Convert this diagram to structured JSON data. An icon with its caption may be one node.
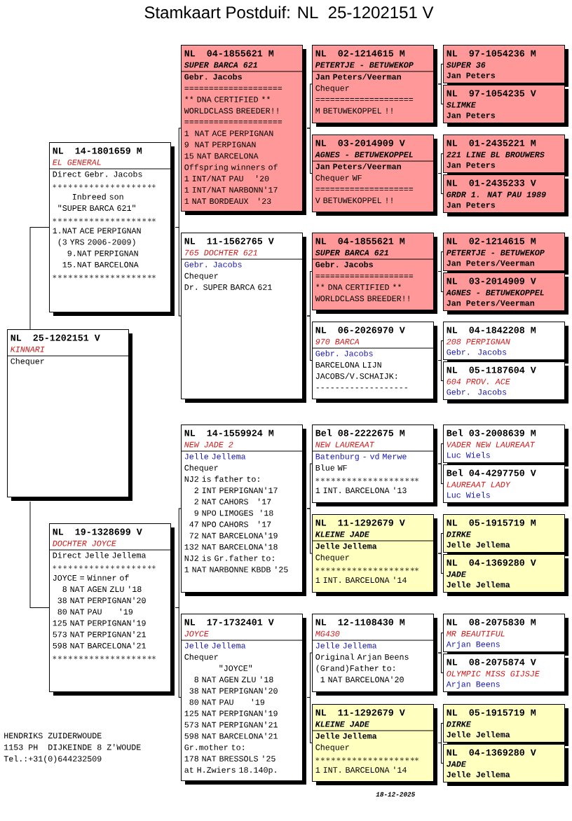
{
  "diagram": {
    "title": "Stamkaart Postduif: NL  25-1202151 V",
    "nodes": [
      {
        "text": [
          "NL  25-1202151 V",
          "KINNARI",
          "Chequer"
        ]
      },
      {
        "text": [
          "NL  14-1801659 M",
          "EL GENERAL",
          "Direct Gebr. Jacobs",
          "********************",
          "Inbreed son",
          "\"SUPER BARCA 621\"",
          "********************",
          "1.NAT ACE PERPIGNAN",
          "(3 YRS 2006-2009)",
          "9.NAT PERPIGNAN",
          "15.NAT BARCELONA",
          "********************"
        ]
      },
      {
        "text": [
          "NL  19-1328699 V",
          "DOCHTER JOYCE",
          "Direct Jelle Jellema",
          "********************",
          "JOYCE = Winner of",
          "8 NAT AGEN ZLU '18",
          "38 NAT PERPIGNAN'20",
          "80 NAT PAU      '19",
          "125 NAT PERPIGNAN'19",
          "573 NAT PERPIGNAN'21",
          "598 NAT BARCELONA'21",
          "********************"
        ]
      },
      {
        "text": [
          "NL  04-1855621 M",
          "SUPER BARCA 621",
          "Gebr. Jacobs",
          "====================",
          "** DNA CERTIFIED **",
          "WORLDCLASS BREEDER!!",
          "====================",
          "1  NAT ACE PERPIGNAN",
          "9  NAT PERPIGNAN",
          "15 NAT BARCELONA",
          "Offspring winners of",
          "1 INT/NAT PAU    '20",
          "1 INT/NAT NARBONN'17",
          "1 NAT BORDEAUX   '23"
        ]
      },
      {
        "text": [
          "NL  11-1562765 V",
          "765 DOCHTER 621",
          "Gebr. Jacobs",
          "Chequer",
          "Dr. SUPER BARCA 621"
        ]
      },
      {
        "text": [
          "NL  14-1559924 M",
          "NEW JADE 2",
          "Jelle Jellema",
          "Chequer",
          "NJ2 is father to:",
          "2 INT PERPIGNAN'17",
          "2 NAT CAHORS   '17",
          "9 NPO LIMOGES  '18",
          "47 NPO CAHORS   '17",
          "72 NAT BARCELONA'19",
          "132 NAT BARCELONA'18",
          "NJ2 is Gr.father to:",
          "1 NAT NARBONNE KBDB '25"
        ]
      },
      {
        "text": [
          "NL  17-1732401 V",
          "JOYCE",
          "Jelle Jellema",
          "Chequer",
          "\"JOYCE\"",
          "8 NAT AGEN ZLU '18",
          "38 NAT PERPIGNAN'20",
          "80 NAT PAU      '19",
          "125 NAT PERPIGNAN'19",
          "573 NAT PERPIGNAN'21",
          "598 NAT BARCELONA'21",
          "Gr.mother to:",
          "178 NAT BRESSOLS '25",
          "at H.Zwiers 18.140p."
        ]
      },
      {
        "text": [
          "NL  02-1214615 M",
          "PETERTJE - BETUWEKOP",
          "Jan Peters/Veerman",
          "Chequer",
          "====================",
          "M BETUWEKOPPEL !!"
        ]
      },
      {
        "text": [
          "NL  03-2014909 V",
          "AGNES - BETUWEKOPPEL",
          "Jan Peters/Veerman",
          "Chequer WF",
          "====================",
          "V BETUWEKOPPEL !!"
        ]
      },
      {
        "text": [
          "NL  04-1855621 M",
          "SUPER BARCA 621",
          "Gebr. Jacobs",
          "====================",
          "** DNA CERTIFIED **",
          "WORLDCLASS BREEDER!!"
        ]
      },
      {
        "text": [
          "NL  06-2026970 V",
          "970 BARCA",
          "Gebr. Jacobs",
          "BARCELONA LIJN",
          "JACOBS/V.SCHAIJK:",
          "-------------------"
        ]
      },
      {
        "text": [
          "Bel 08-2222675 M",
          "NEW LAUREAAT",
          "Batenburg - vd Merwe",
          "Blue WF",
          "********************",
          "1 INT. BARCELONA '13"
        ]
      },
      {
        "text": [
          "NL  11-1292679 V",
          "KLEINE JADE",
          "Jelle Jellema",
          "Chequer",
          "********************",
          "1 INT. BARCELONA '14"
        ]
      },
      {
        "text": [
          "NL  12-1108430 M",
          "MG430",
          "Jelle Jellema",
          "Original Arjan Beens",
          "(Grand)Father to:",
          "1 NAT BARCELONA'20"
        ]
      },
      {
        "text": [
          "NL  11-1292679 V",
          "KLEINE JADE",
          "Jelle Jellema",
          "Chequer",
          "********************",
          "1 INT. BARCELONA '14"
        ]
      },
      {
        "text": [
          "NL  97-1054236 M",
          "SUPER 36",
          "Jan Peters"
        ]
      },
      {
        "text": [
          "NL  97-1054235 V",
          "SLIMKE",
          "Jan Peters"
        ]
      },
      {
        "text": [
          "NL  01-2435221 M",
          "221 LINE BL BROUWERS",
          "Jan Peters"
        ]
      },
      {
        "text": [
          "NL  01-2435233 V",
          "GRDR 1. NAT PAU 1989",
          "Jan Peters"
        ]
      },
      {
        "text": [
          "NL  02-1214615 M",
          "PETERTJE - BETUWEKOP",
          "Jan Peters/Veerman"
        ]
      },
      {
        "text": [
          "NL  03-2014909 V",
          "AGNES - BETUWEKOPPEL",
          "Jan Peters/Veerman"
        ]
      },
      {
        "text": [
          "NL  04-1842208 M",
          "208 PERPIGNAN",
          "Gebr. Jacobs"
        ]
      },
      {
        "text": [
          "NL  05-1187604 V",
          "604 PROV. ACE",
          "Gebr. Jacobs"
        ]
      },
      {
        "text": [
          "Bel 03-2008639 M",
          "VADER NEW LAUREAAT",
          "Luc Wiels"
        ]
      },
      {
        "text": [
          "Bel 04-4297750 V",
          "LAUREAAT LADY",
          "Luc Wiels"
        ]
      },
      {
        "text": [
          "NL  05-1915719 M",
          "DIRKE",
          "Jelle Jellema"
        ]
      },
      {
        "text": [
          "NL  04-1369280 V",
          "JADE",
          "Jelle Jellema"
        ]
      },
      {
        "text": [
          "NL  08-2075830 M",
          "MR BEAUTIFUL",
          "Arjan Beens"
        ]
      },
      {
        "text": [
          "NL  08-2075874 V",
          "OLYMPIC MISS GIJSJE",
          "Arjan Beens"
        ]
      },
      {
        "text": [
          "NL  05-1915719 M",
          "DIRKE",
          "Jelle Jellema"
        ]
      },
      {
        "text": [
          "NL  04-1369280 V",
          "JADE",
          "Jelle Jellema"
        ]
      }
    ],
    "edges": [
      {
        "from": 0,
        "to": 1,
        "arrow": "none"
      },
      {
        "from": 0,
        "to": 2,
        "arrow": "none"
      },
      {
        "from": 1,
        "to": 3,
        "arrow": "none"
      },
      {
        "from": 1,
        "to": 4,
        "arrow": "none"
      },
      {
        "from": 2,
        "to": 5,
        "arrow": "none"
      },
      {
        "from": 2,
        "to": 6,
        "arrow": "none"
      },
      {
        "from": 3,
        "to": 7,
        "arrow": "none"
      },
      {
        "from": 3,
        "to": 8,
        "arrow": "none"
      },
      {
        "from": 4,
        "to": 9,
        "arrow": "none"
      },
      {
        "from": 4,
        "to": 10,
        "arrow": "none"
      },
      {
        "from": 5,
        "to": 11,
        "arrow": "none"
      },
      {
        "from": 5,
        "to": 12,
        "arrow": "none"
      },
      {
        "from": 6,
        "to": 13,
        "arrow": "none"
      },
      {
        "from": 6,
        "to": 14,
        "arrow": "none"
      },
      {
        "from": 7,
        "to": 15,
        "arrow": "none"
      },
      {
        "from": 7,
        "to": 16,
        "arrow": "none"
      },
      {
        "from": 8,
        "to": 17,
        "arrow": "none"
      },
      {
        "from": 8,
        "to": 18,
        "arrow": "none"
      },
      {
        "from": 9,
        "to": 19,
        "arrow": "none"
      },
      {
        "from": 9,
        "to": 20,
        "arrow": "none"
      },
      {
        "from": 10,
        "to": 21,
        "arrow": "none"
      },
      {
        "from": 10,
        "to": 22,
        "arrow": "none"
      },
      {
        "from": 11,
        "to": 23,
        "arrow": "none"
      },
      {
        "from": 11,
        "to": 24,
        "arrow": "none"
      },
      {
        "from": 12,
        "to": 25,
        "arrow": "none"
      },
      {
        "from": 12,
        "to": 26,
        "arrow": "none"
      },
      {
        "from": 13,
        "to": 27,
        "arrow": "none"
      },
      {
        "from": 13,
        "to": 28,
        "arrow": "none"
      },
      {
        "from": 14,
        "to": 29,
        "arrow": "none"
      },
      {
        "from": 14,
        "to": 30,
        "arrow": "none"
      }
    ],
    "labels": [
      "HENDRIKS ZUIDERWOUDE",
      "1153 PH  DIJKEINDE 8 Z'WOUDE",
      "Tel.:+31(0)644232509",
      "18-12-2025"
    ]
  }
}
